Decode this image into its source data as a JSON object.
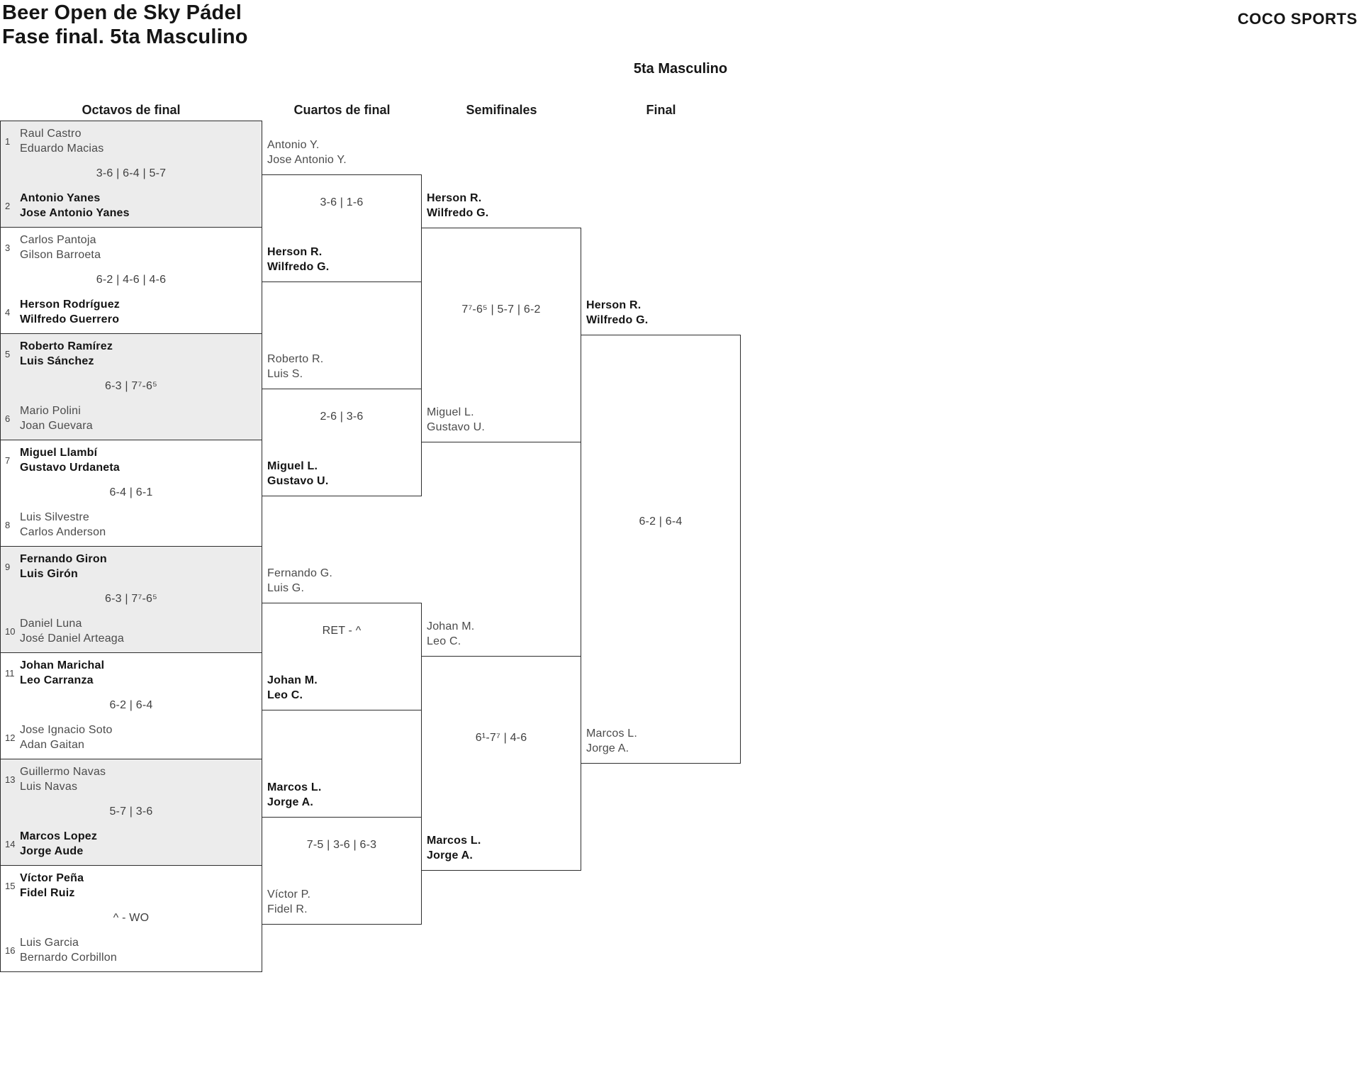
{
  "header": {
    "tournament": "Beer Open de Sky Pádel",
    "phase": "Fase final. 5ta Masculino",
    "brand": "COCO SPORTS"
  },
  "bracket": {
    "category": "5ta Masculino",
    "rounds": [
      "Octavos de final",
      "Cuartos de final",
      "Semifinales",
      "Final"
    ]
  },
  "octavos": [
    {
      "seed_top": "1",
      "top": [
        "Raul Castro",
        "Eduardo Macias"
      ],
      "top_winner": false,
      "score": "3-6 | 6-4 | 5-7",
      "seed_bottom": "2",
      "bottom": [
        "Antonio Yanes",
        "Jose Antonio Yanes"
      ],
      "bottom_winner": true
    },
    {
      "seed_top": "3",
      "top": [
        "Carlos Pantoja",
        "Gilson Barroeta"
      ],
      "top_winner": false,
      "score": "6-2 | 4-6 | 4-6",
      "seed_bottom": "4",
      "bottom": [
        "Herson Rodríguez",
        "Wilfredo Guerrero"
      ],
      "bottom_winner": true
    },
    {
      "seed_top": "5",
      "top": [
        "Roberto Ramírez",
        "Luis Sánchez"
      ],
      "top_winner": true,
      "score": "6-3 | 7⁷-6⁵",
      "seed_bottom": "6",
      "bottom": [
        "Mario Polini",
        "Joan Guevara"
      ],
      "bottom_winner": false
    },
    {
      "seed_top": "7",
      "top": [
        "Miguel Llambí",
        "Gustavo Urdaneta"
      ],
      "top_winner": true,
      "score": "6-4 | 6-1",
      "seed_bottom": "8",
      "bottom": [
        "Luis Silvestre",
        "Carlos Anderson"
      ],
      "bottom_winner": false
    },
    {
      "seed_top": "9",
      "top": [
        "Fernando Giron",
        "Luis Girón"
      ],
      "top_winner": true,
      "score": "6-3 | 7⁷-6⁵",
      "seed_bottom": "10",
      "bottom": [
        "Daniel Luna",
        "José Daniel Arteaga"
      ],
      "bottom_winner": false
    },
    {
      "seed_top": "11",
      "top": [
        "Johan Marichal",
        "Leo Carranza"
      ],
      "top_winner": true,
      "score": "6-2 | 6-4",
      "seed_bottom": "12",
      "bottom": [
        "Jose Ignacio Soto",
        "Adan Gaitan"
      ],
      "bottom_winner": false
    },
    {
      "seed_top": "13",
      "top": [
        "Guillermo Navas",
        "Luis Navas"
      ],
      "top_winner": false,
      "score": "5-7 | 3-6",
      "seed_bottom": "14",
      "bottom": [
        "Marcos Lopez",
        "Jorge Aude"
      ],
      "bottom_winner": true
    },
    {
      "seed_top": "15",
      "top": [
        "Víctor Peña",
        "Fidel Ruiz"
      ],
      "top_winner": true,
      "score": "^ - WO",
      "seed_bottom": "16",
      "bottom": [
        "Luis Garcia",
        "Bernardo Corbillon"
      ],
      "bottom_winner": false
    }
  ],
  "cuartos": [
    {
      "top": [
        "Antonio Y.",
        "Jose Antonio Y."
      ],
      "top_winner": false,
      "score": "3-6 | 1-6",
      "bottom": [
        "Herson R.",
        "Wilfredo G."
      ],
      "bottom_winner": true
    },
    {
      "top": [
        "Roberto R.",
        "Luis S."
      ],
      "top_winner": false,
      "score": "2-6 | 3-6",
      "bottom": [
        "Miguel L.",
        "Gustavo U."
      ],
      "bottom_winner": true
    },
    {
      "top": [
        "Fernando G.",
        "Luis G."
      ],
      "top_winner": false,
      "score": "RET - ^",
      "bottom": [
        "Johan M.",
        "Leo C."
      ],
      "bottom_winner": true
    },
    {
      "top": [
        "Marcos L.",
        "Jorge A."
      ],
      "top_winner": true,
      "score": "7-5 | 3-6 | 6-3",
      "bottom": [
        "Víctor P.",
        "Fidel R."
      ],
      "bottom_winner": false
    }
  ],
  "semifinales": [
    {
      "top": [
        "Herson R.",
        "Wilfredo G."
      ],
      "top_winner": true,
      "score": "7⁷-6⁵ | 5-7 | 6-2",
      "bottom": [
        "Miguel L.",
        "Gustavo U."
      ],
      "bottom_winner": false
    },
    {
      "top": [
        "Johan M.",
        "Leo C."
      ],
      "top_winner": false,
      "score": "6¹-7⁷ | 4-6",
      "bottom": [
        "Marcos L.",
        "Jorge A."
      ],
      "bottom_winner": true
    }
  ],
  "final": {
    "top": [
      "Herson R.",
      "Wilfredo G."
    ],
    "top_winner": true,
    "score": "6-2 | 6-4",
    "bottom": [
      "Marcos L.",
      "Jorge A."
    ],
    "bottom_winner": false
  },
  "colors": {
    "alt_row_background": "#ececec",
    "line": "#2d2d2d",
    "winner_text": "#141414",
    "loser_text": "#4b4b4b"
  }
}
